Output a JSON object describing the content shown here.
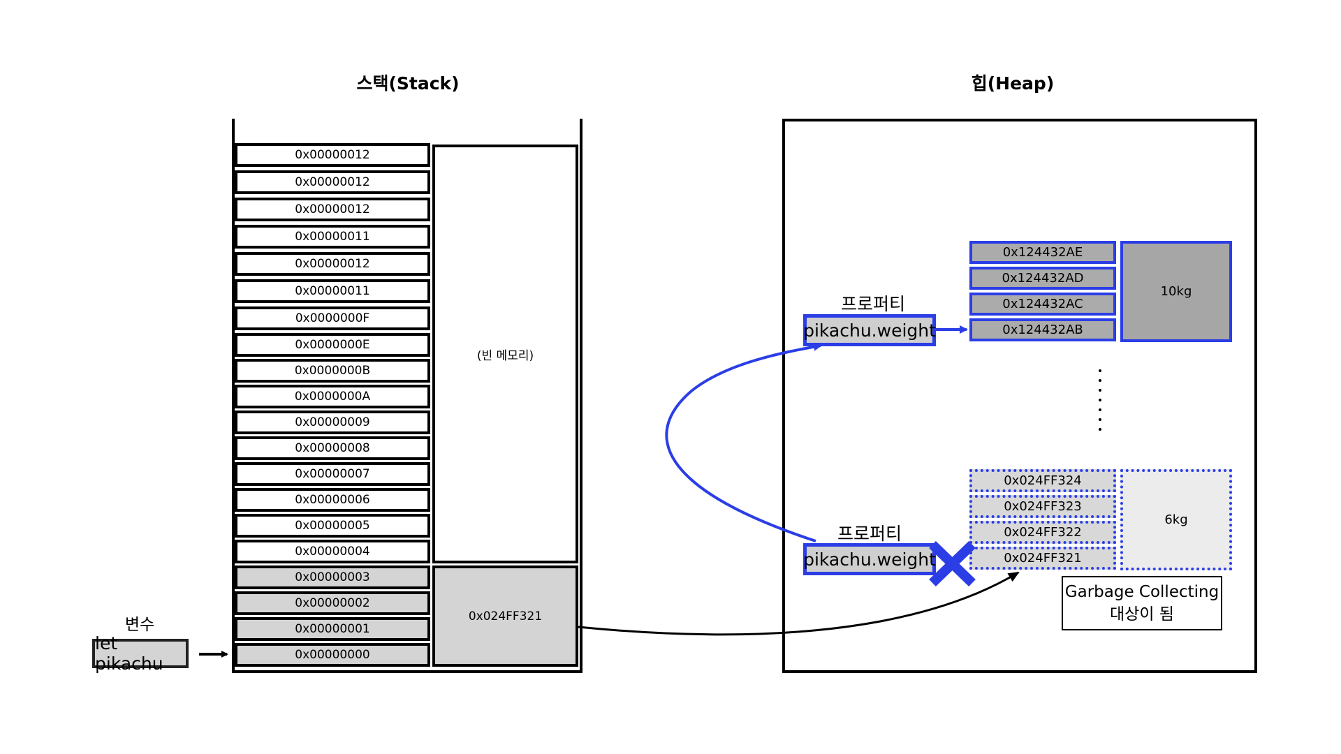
{
  "titles": {
    "stack": "스택(Stack)",
    "heap": "힙(Heap)"
  },
  "stack": {
    "cells": [
      "0x00000012",
      "0x00000012",
      "0x00000012",
      "0x00000011",
      "0x00000012",
      "0x00000011",
      "0x0000000F",
      "0x0000000E",
      "0x0000000B",
      "0x0000000A",
      "0x00000009",
      "0x00000008",
      "0x00000007",
      "0x00000006",
      "0x00000005",
      "0x00000004",
      "0x00000003",
      "0x00000002",
      "0x00000001",
      "0x00000000"
    ],
    "empty_memory_label": "(빈 메모리)",
    "reference_value": "0x024FF321"
  },
  "variable": {
    "label": "변수",
    "name": "let pikachu"
  },
  "heap": {
    "live_property": {
      "label": "프로퍼티",
      "name": "pikachu.weight",
      "addresses": [
        "0x124432AE",
        "0x124432AD",
        "0x124432AC",
        "0x124432AB"
      ],
      "value": "10kg"
    },
    "dead_property": {
      "label": "프로퍼티",
      "name": "pikachu.weight",
      "addresses": [
        "0x024FF324",
        "0x024FF323",
        "0x024FF322",
        "0x024FF321"
      ],
      "value": "6kg"
    },
    "gc_note": {
      "line1": "Garbage Collecting",
      "line2": "대상이 됨"
    }
  },
  "colors": {
    "accent_blue": "#2b3ee6",
    "cell_gray": "#d4d4d4",
    "live_value_gray": "#a6a6a6",
    "dead_value_gray": "#ececec"
  }
}
